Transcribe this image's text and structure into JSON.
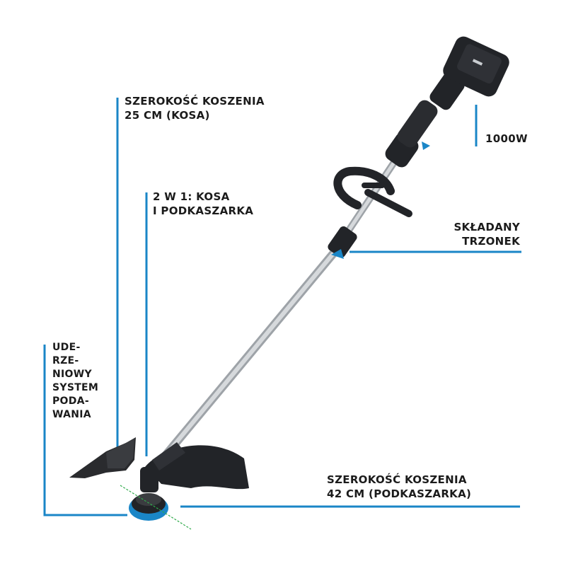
{
  "colors": {
    "accent": "#1a86c7",
    "text": "#1b1b1b",
    "tool_dark": "#222428",
    "shaft": "#c8ccd0",
    "guide_line": "#2faa4a"
  },
  "labels": {
    "cut_width_scythe": {
      "line1": "SZEROKOŚĆ KOSZENIA",
      "line2": "25 CM (KOSA)"
    },
    "power": {
      "line1": "1000W"
    },
    "two_in_one": {
      "line1": "2 W 1: KOSA",
      "line2": "I PODKASZARKA"
    },
    "folding_shaft": {
      "line1": "SKŁADANY",
      "line2": "TRZONEK"
    },
    "bump_feed": {
      "line1": "UDE-",
      "line2": "RZE-",
      "line3": "NIOWY",
      "line4": "SYSTEM",
      "line5": "PODA-",
      "line6": "WANIA"
    },
    "cut_width_trimmer": {
      "line1": "SZEROKOŚĆ KOSZENIA",
      "line2": "42 CM (PODKASZARKA)"
    }
  },
  "icons": [
    "trimmer-product-image",
    "blade-icon",
    "trimmer-head-icon",
    "battery-pack-icon"
  ]
}
